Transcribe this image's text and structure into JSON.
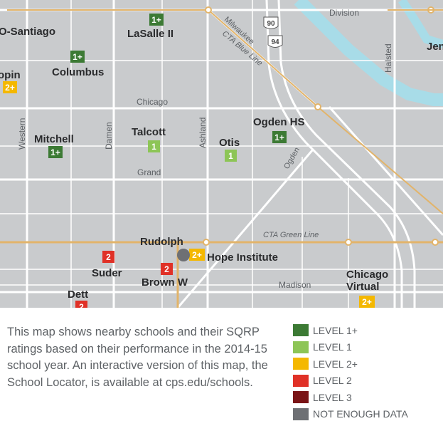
{
  "map": {
    "streets": {
      "division": "Division",
      "chicago": "Chicago",
      "grand": "Grand",
      "madison": "Madison",
      "western": "Western",
      "damen": "Damen",
      "ashland": "Ashland",
      "halsted": "Halsted",
      "ogden": "Ogden",
      "milwaukee": "Milwaukee"
    },
    "transit": {
      "blue_line": "CTA Blue Line",
      "green_line": "CTA Green Line"
    },
    "highways": [
      "90",
      "94"
    ],
    "schools": [
      {
        "name": "O-Santiago",
        "rating": ""
      },
      {
        "name": "LaSalle II",
        "rating": "1+"
      },
      {
        "name": "Jen",
        "rating": ""
      },
      {
        "name": "Columbus",
        "rating": "1+"
      },
      {
        "name": "opin",
        "rating": "2+"
      },
      {
        "name": "Mitchell",
        "rating": "1+"
      },
      {
        "name": "Talcott",
        "rating": "1"
      },
      {
        "name": "Otis",
        "rating": "1"
      },
      {
        "name": "Ogden HS",
        "rating": "1+"
      },
      {
        "name": "Rudolph",
        "rating": ""
      },
      {
        "name": "Hope Institute",
        "rating": "2+"
      },
      {
        "name": "Suder",
        "rating": "2"
      },
      {
        "name": "Brown W",
        "rating": "2"
      },
      {
        "name": "Dett",
        "rating": "2"
      },
      {
        "name": "Chicago Virtual",
        "rating": "2+"
      }
    ],
    "colors": {
      "level_1_plus": "#3c7a34",
      "level_1": "#8dc556",
      "level_2_plus": "#f4b800",
      "level_2": "#e03127",
      "level_3": "#7a1416",
      "no_data": "#6e7074",
      "river": "#a8dce8",
      "rail": "#e2b46a",
      "background": "#c9cbcd"
    }
  },
  "description": "This map shows nearby schools and their SQRP ratings based on their performance in the 2014-15 school year. An interactive version of this map, the School Locator, is available at cps.edu/schools.",
  "legend": [
    {
      "label": "LEVEL 1+",
      "color": "#3c7a34"
    },
    {
      "label": "LEVEL 1",
      "color": "#8dc556"
    },
    {
      "label": "LEVEL 2+",
      "color": "#f4b800"
    },
    {
      "label": "LEVEL 2",
      "color": "#e03127"
    },
    {
      "label": "LEVEL 3",
      "color": "#7a1416"
    },
    {
      "label": "NOT ENOUGH DATA",
      "color": "#6e7074"
    }
  ]
}
